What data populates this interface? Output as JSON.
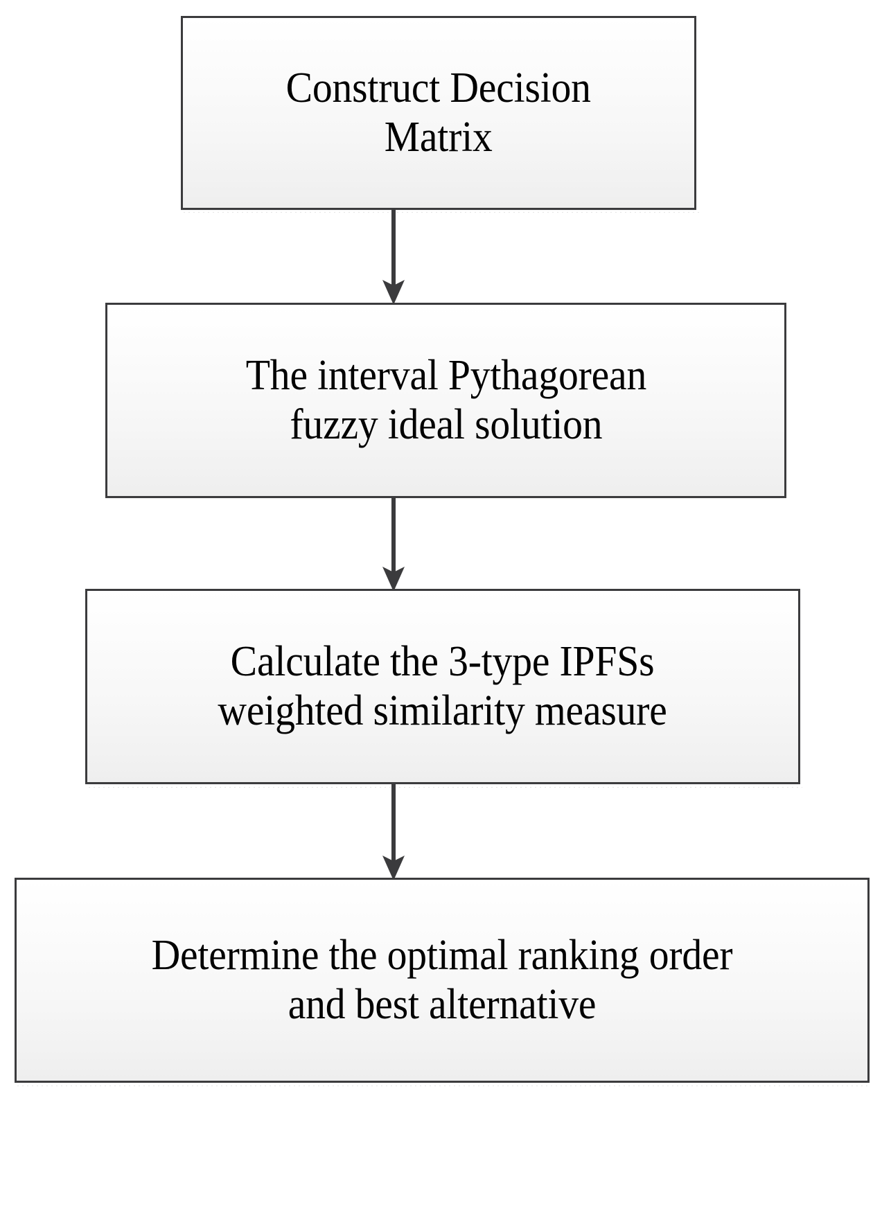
{
  "diagram": {
    "title": "Decision-making method flowchart",
    "type": "flowchart",
    "orientation": "top-to-bottom",
    "colors": {
      "box_border": "#3b3b3d",
      "box_fill_top": "#ffffff",
      "box_fill_bottom": "#eeeeee",
      "arrow": "#3b3b3d",
      "text": "#000000",
      "background": "#ffffff"
    },
    "nodes": [
      {
        "id": "construct-decision-matrix",
        "text": "Construct Decision\nMatrix",
        "line1": "Construct Decision",
        "line2": "Matrix"
      },
      {
        "id": "interval-pythagorean-fuzzy-ideal-solution",
        "text": "The interval Pythagorean\nfuzzy ideal solution",
        "line1": "The interval Pythagorean",
        "line2": "fuzzy ideal solution"
      },
      {
        "id": "calculate-weighted-similarity-measure",
        "text": "Calculate the 3-type IPFSs\nweighted similarity measure",
        "line1": "Calculate the 3-type IPFSs",
        "line2": "weighted similarity measure"
      },
      {
        "id": "determine-optimal-ranking-order",
        "text": "Determine the optimal ranking order\nand best alternative",
        "line1": "Determine the optimal ranking order",
        "line2": "and best alternative"
      }
    ],
    "connectors": [
      {
        "id": "arrow-1",
        "from": "construct-decision-matrix",
        "to": "interval-pythagorean-fuzzy-ideal-solution",
        "style": "solid-arrow-down"
      },
      {
        "id": "arrow-2",
        "from": "interval-pythagorean-fuzzy-ideal-solution",
        "to": "calculate-weighted-similarity-measure",
        "style": "solid-arrow-down"
      },
      {
        "id": "arrow-3",
        "from": "calculate-weighted-similarity-measure",
        "to": "determine-optimal-ranking-order",
        "style": "solid-arrow-down"
      }
    ]
  }
}
